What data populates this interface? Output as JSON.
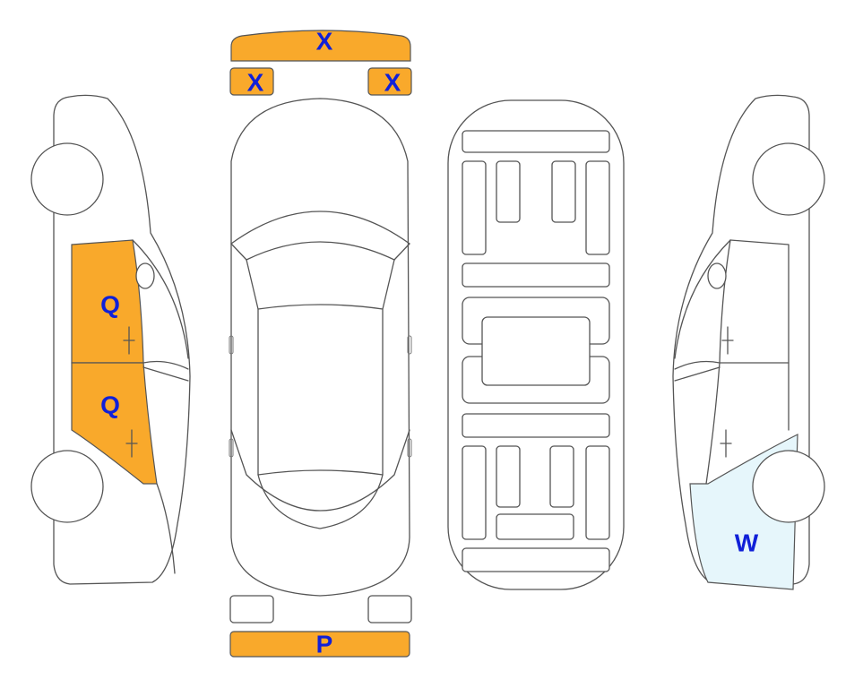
{
  "colors": {
    "damage_orange": "#F9A92B",
    "damage_lightblue": "#E6F6FB",
    "label_blue": "#1020D8",
    "outline": "#555555"
  },
  "labels": {
    "roof_top": "X",
    "roof_left": "X",
    "roof_right": "X",
    "left_front_door": "Q",
    "left_rear_door": "Q",
    "rear_bumper": "P",
    "right_rear_quarter": "W"
  }
}
